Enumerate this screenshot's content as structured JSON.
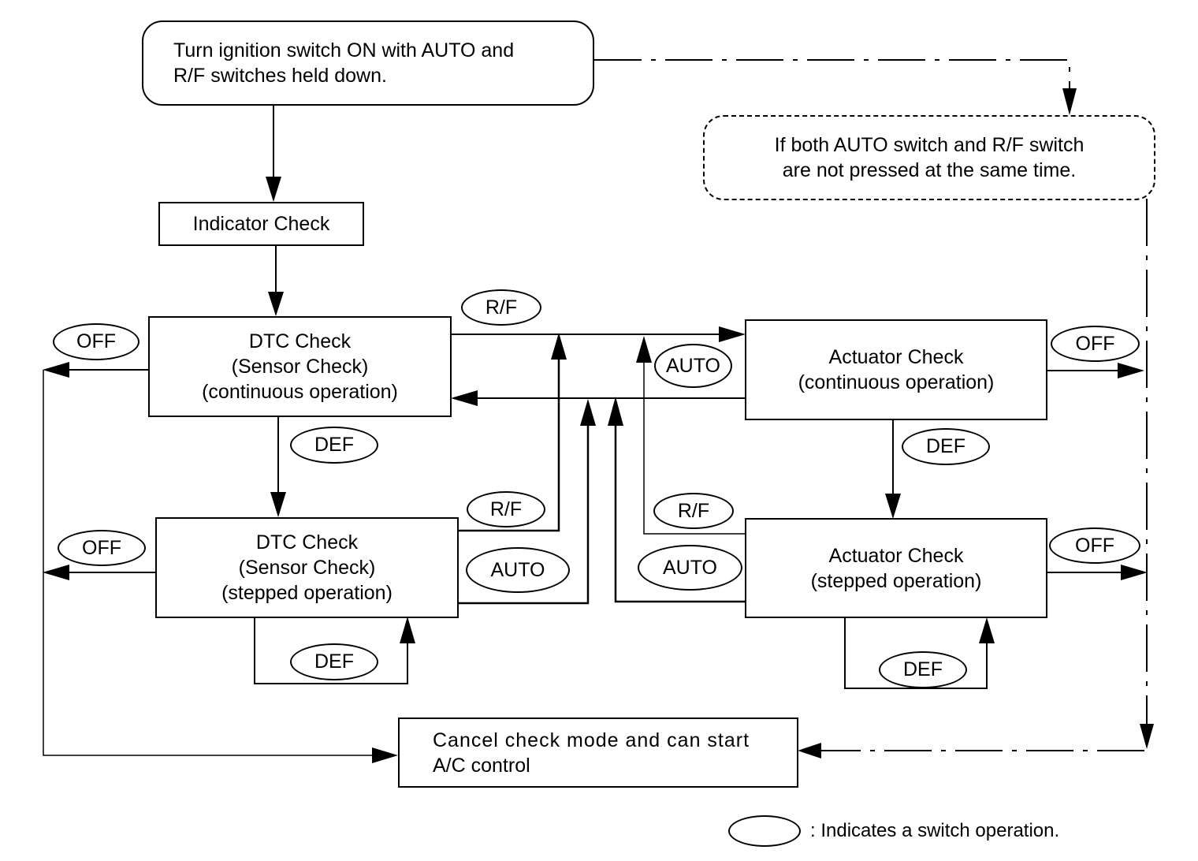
{
  "diagram": {
    "title_node": {
      "lines": [
        "Turn ignition switch ON with AUTO and",
        "R/F switches held down."
      ]
    },
    "alt_node": {
      "lines": [
        "If both AUTO switch and R/F switch",
        "are not pressed at the same time."
      ]
    },
    "indicator_check": {
      "label": "Indicator Check"
    },
    "dtc_continuous": {
      "lines": [
        "DTC Check",
        "(Sensor Check)",
        "(continuous operation)"
      ]
    },
    "dtc_stepped": {
      "lines": [
        "DTC Check",
        "(Sensor Check)",
        "(stepped operation)"
      ]
    },
    "actuator_continuous": {
      "lines": [
        "Actuator Check",
        "(continuous operation)"
      ]
    },
    "actuator_stepped": {
      "lines": [
        "Actuator Check",
        "(stepped operation)"
      ]
    },
    "cancel_node": {
      "lines": [
        "Cancel check mode and can start",
        "A/C control"
      ]
    },
    "switches": {
      "off": "OFF",
      "def": "DEF",
      "rf": "R/F",
      "auto": "AUTO"
    },
    "legend": {
      "text": ": Indicates a switch operation."
    },
    "edges": [
      {
        "from": "Turn ignition switch ON",
        "to": "Indicator Check",
        "switch": ""
      },
      {
        "from": "Turn ignition switch ON",
        "to": "If both AUTO switch and R/F switch are not pressed",
        "switch": "",
        "style": "dash-dot"
      },
      {
        "from": "Indicator Check",
        "to": "DTC Check (continuous)",
        "switch": ""
      },
      {
        "from": "DTC Check (continuous)",
        "to": "Actuator Check (continuous)",
        "switch": "R/F"
      },
      {
        "from": "Actuator Check (continuous)",
        "to": "DTC Check (continuous)",
        "switch": "AUTO"
      },
      {
        "from": "DTC Check (continuous)",
        "to": "DTC Check (stepped)",
        "switch": "DEF"
      },
      {
        "from": "DTC Check (stepped)",
        "to": "DTC Check (stepped)",
        "switch": "DEF"
      },
      {
        "from": "DTC Check (stepped)",
        "to": "Actuator Check (continuous)",
        "switch": "R/F"
      },
      {
        "from": "DTC Check (stepped)",
        "to": "DTC Check (continuous)",
        "switch": "AUTO"
      },
      {
        "from": "Actuator Check (continuous)",
        "to": "Actuator Check (stepped)",
        "switch": "DEF"
      },
      {
        "from": "Actuator Check (stepped)",
        "to": "Actuator Check (stepped)",
        "switch": "DEF"
      },
      {
        "from": "Actuator Check (stepped)",
        "to": "Actuator Check (continuous)",
        "switch": "R/F"
      },
      {
        "from": "Actuator Check (stepped)",
        "to": "DTC Check (continuous)",
        "switch": "AUTO"
      },
      {
        "from": "DTC Check (continuous)",
        "to": "Cancel check mode",
        "switch": "OFF"
      },
      {
        "from": "DTC Check (stepped)",
        "to": "Cancel check mode",
        "switch": "OFF"
      },
      {
        "from": "Actuator Check (continuous)",
        "to": "Cancel check mode",
        "switch": "OFF"
      },
      {
        "from": "Actuator Check (stepped)",
        "to": "Cancel check mode",
        "switch": "OFF"
      },
      {
        "from": "If both AUTO switch and R/F switch are not pressed",
        "to": "Cancel check mode",
        "switch": "",
        "style": "dash-dot"
      }
    ]
  }
}
